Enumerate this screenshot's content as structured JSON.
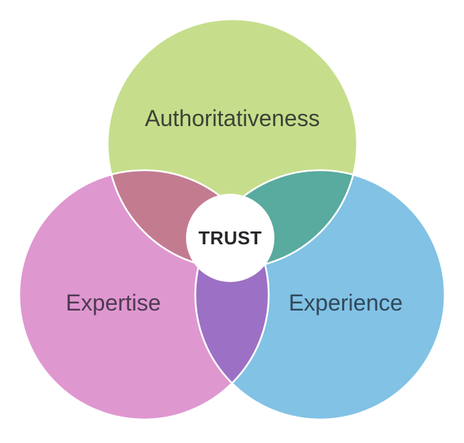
{
  "diagram": {
    "type": "venn",
    "center_label": "TRUST",
    "circles": [
      {
        "id": "authoritativeness",
        "label": "Authoritativeness",
        "color": "#c6de8b",
        "label_color": "#3d4237"
      },
      {
        "id": "expertise",
        "label": "Expertise",
        "color": "#df97d0",
        "label_color": "#4e3a52"
      },
      {
        "id": "experience",
        "label": "Experience",
        "color": "#81c2e5",
        "label_color": "#31485a"
      }
    ],
    "overlaps": {
      "authoritativeness_expertise": "#c37b90",
      "authoritativeness_experience": "#58ab9e",
      "expertise_experience": "#9c70c4"
    },
    "separator_color": "#ffffff",
    "center_circle_color": "#ffffff",
    "center_text_color": "#26262a",
    "background": "#ffffff"
  }
}
